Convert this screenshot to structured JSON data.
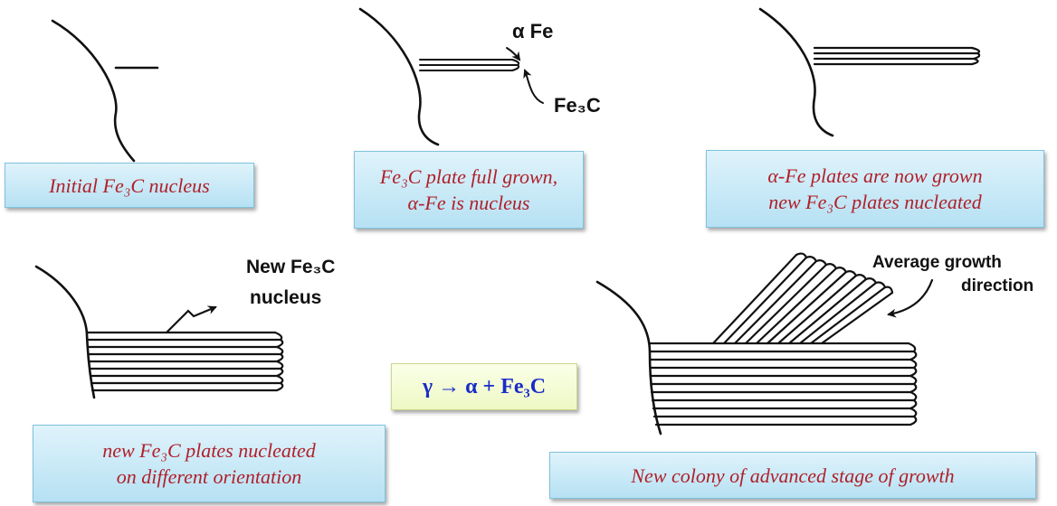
{
  "labels": {
    "alpha_fe": "α Fe",
    "fe3c": "Fe₃C",
    "new_fe3c": "New Fe₃C",
    "nucleus": "nucleus",
    "average_growth": "Average growth",
    "direction": "direction"
  },
  "captions": {
    "initial": "Initial Fe₃C nucleus",
    "full_grown_l1": "Fe₃C plate full grown,",
    "full_grown_l2": "α-Fe is nucleus",
    "alpha_grown_l1": "α-Fe plates are now grown",
    "alpha_grown_l2": "new Fe₃C plates nucleated",
    "diff_orient_l1": "new Fe₃C plates nucleated",
    "diff_orient_l2": "on different orientation",
    "colony": "New colony of advanced stage of growth"
  },
  "equation": "γ → α + Fe₃C",
  "colors": {
    "caption_text": "#b0202a",
    "equation_text": "#1a2cc8",
    "caption_bg": "#b6e1f3",
    "equation_bg": "#eef8c4"
  }
}
